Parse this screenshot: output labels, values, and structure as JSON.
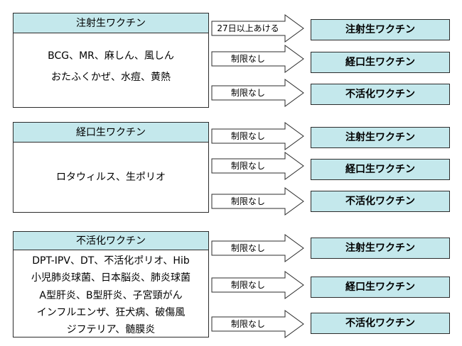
{
  "groups": [
    {
      "title": "注射生ワクチン",
      "lines": [
        "BCG、MR、麻しん、風しん",
        "おたふくかぜ、水痘、黄熱"
      ],
      "arrows": [
        {
          "label": "27日以上あける",
          "target": "注射生ワクチン"
        },
        {
          "label": "制限なし",
          "target": "経口生ワクチン"
        },
        {
          "label": "制限なし",
          "target": "不活化ワクチン"
        }
      ]
    },
    {
      "title": "経口生ワクチン",
      "lines": [
        "ロタウィルス、生ポリオ"
      ],
      "arrows": [
        {
          "label": "制限なし",
          "target": "注射生ワクチン"
        },
        {
          "label": "制限なし",
          "target": "経口生ワクチン"
        },
        {
          "label": "制限なし",
          "target": "不活化ワクチン"
        }
      ]
    },
    {
      "title": "不活化ワクチン",
      "lines": [
        "DPT-IPV、DT、不活化ポリオ、Hib",
        "小児肺炎球菌、日本脳炎、肺炎球菌",
        "A型肝炎、B型肝炎、子宮頸がん",
        "インフルエンザ、狂犬病、破傷風",
        "ジフテリア、髄膜炎"
      ],
      "arrows": [
        {
          "label": "制限なし",
          "target": "注射生ワクチン"
        },
        {
          "label": "制限なし",
          "target": "経口生ワクチン"
        },
        {
          "label": "制限なし",
          "target": "不活化ワクチン"
        }
      ]
    }
  ],
  "colors": {
    "box_fill": "#c4e8ec",
    "border": "#2b2b2b",
    "arrow_fill": "#ffffff"
  }
}
